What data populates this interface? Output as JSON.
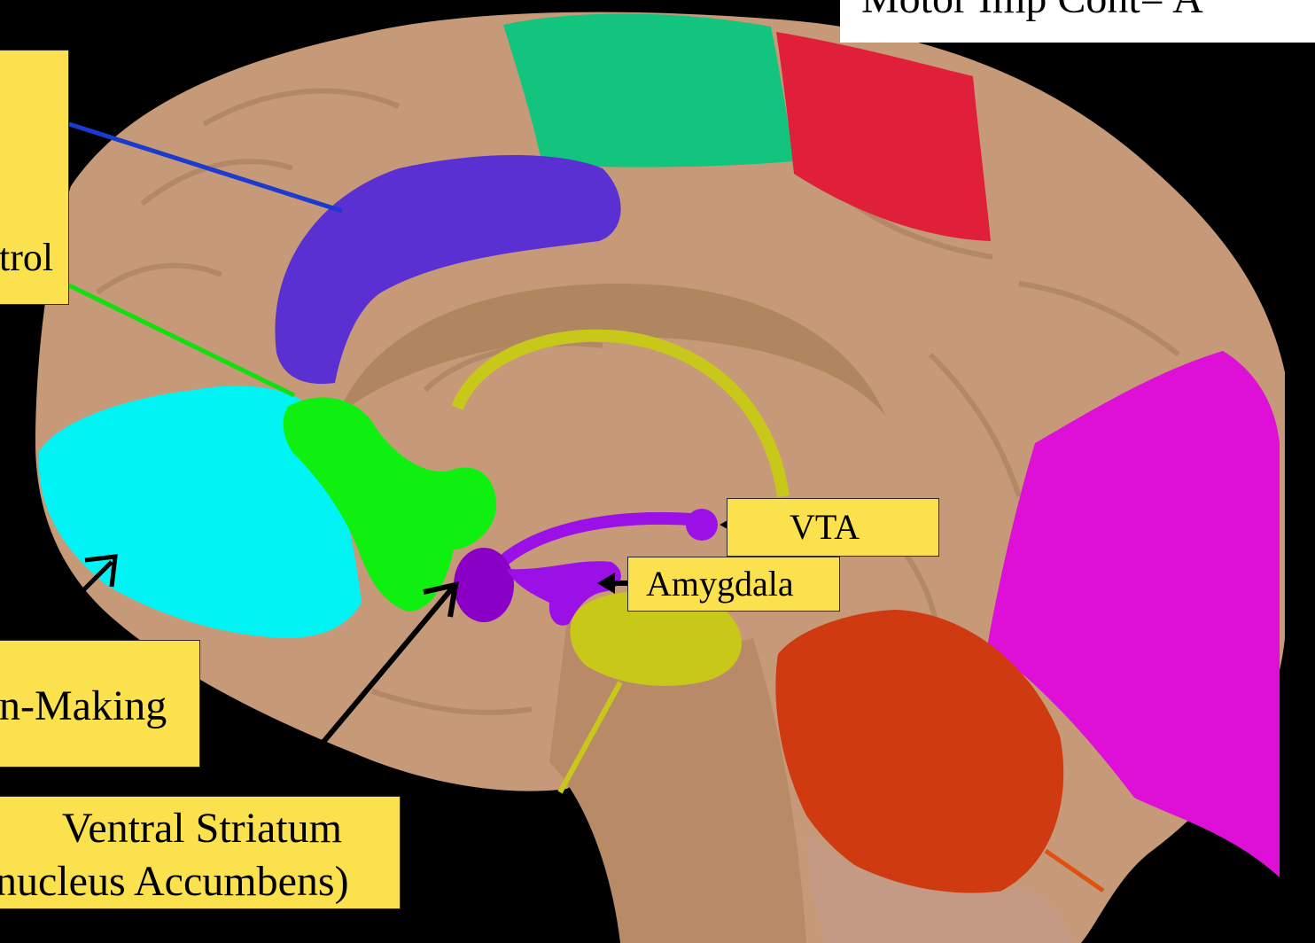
{
  "labels": {
    "top_left_fragment": "trol",
    "decision_fragment": "n-Making",
    "ventral_striatum_line1": "Ventral Striatum",
    "ventral_striatum_line2": "nucleus Accumbens)",
    "vta": "VTA",
    "amygdala": "Amygdala",
    "title_fragment": "Motor Imp Cont= A"
  },
  "colors": {
    "background": "#000000",
    "brain_tissue": "#c69a78",
    "label_box": "#fce14f",
    "cingulate": "#5a30d2",
    "motor_green": "#12c47e",
    "somatosensory_red": "#e0203a",
    "parietal_magenta": "#de10d8",
    "cerebellum_orange": "#d03a10",
    "orbitofrontal_cyan": "#00f4f4",
    "medial_prefrontal_green": "#10f010",
    "reward_pathway_purple": "#9a10e6",
    "fornix_yellow": "#c8c81a",
    "leader_blue": "#1a3ad0",
    "leader_green": "#10e010"
  },
  "icons": [
    "arrow-left-icon",
    "arrow-up-right-icon"
  ]
}
